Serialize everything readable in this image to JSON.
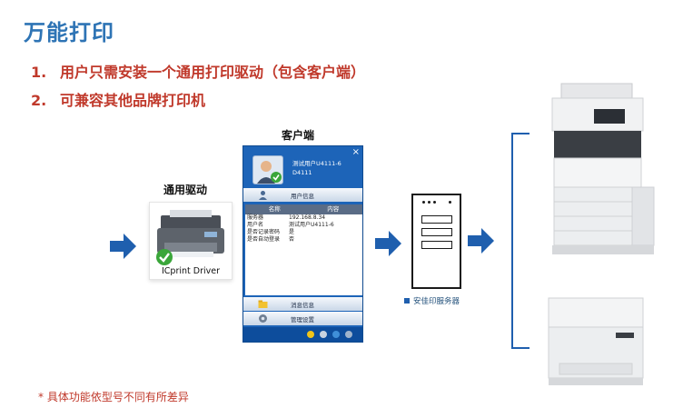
{
  "slide": {
    "title": "万能打印",
    "bullets": [
      {
        "num": "1.",
        "text": "用户只需安装一个通用打印驱动（包含客户端）"
      },
      {
        "num": "2.",
        "text": "可兼容其他品牌打印机"
      }
    ],
    "footnote": "* 具体功能依型号不同有所差异"
  },
  "driver": {
    "label": "通用驱动",
    "name": "ICprint Driver"
  },
  "client": {
    "label": "客户端",
    "close": "×",
    "user_line1": "测试用户U4111-6",
    "user_line2": "D4111",
    "user_info_tab": "用户信息",
    "table_headers": [
      "名称",
      "内容"
    ],
    "table_rows": [
      {
        "key": "服务器",
        "value": "192.168.8.34"
      },
      {
        "key": "用户名",
        "value": "测试用户U4111-6"
      },
      {
        "key": "是否记录密码",
        "value": "是"
      },
      {
        "key": "是否自动登录",
        "value": "否"
      }
    ],
    "message_tab": "消息信息",
    "settings_tab": "管理设置"
  },
  "server": {
    "label": "安佳印服务器"
  },
  "colors": {
    "title": "#2e74b5",
    "bullet": "#c0392b",
    "arrow": "#1f5fae",
    "client_bg": "#1d64b8"
  }
}
